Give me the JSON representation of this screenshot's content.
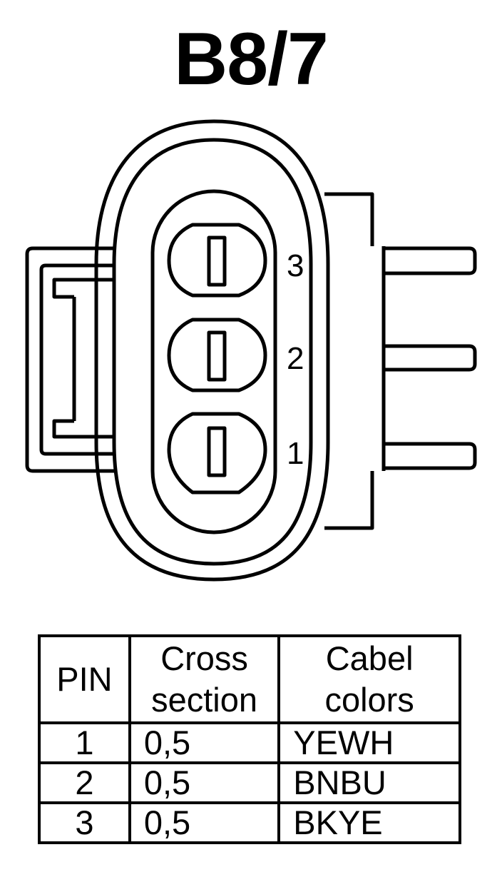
{
  "title": "B8/7",
  "connector": {
    "pin_labels": [
      "3",
      "2",
      "1"
    ]
  },
  "table": {
    "headers": [
      [
        "PIN"
      ],
      [
        "Cross",
        "section"
      ],
      [
        "Cabel",
        "colors"
      ]
    ],
    "rows": [
      {
        "pin": "1",
        "cross_section": "0,5",
        "color": "YEWH"
      },
      {
        "pin": "2",
        "cross_section": "0,5",
        "color": "BNBU"
      },
      {
        "pin": "3",
        "cross_section": "0,5",
        "color": "BKYE"
      }
    ]
  }
}
